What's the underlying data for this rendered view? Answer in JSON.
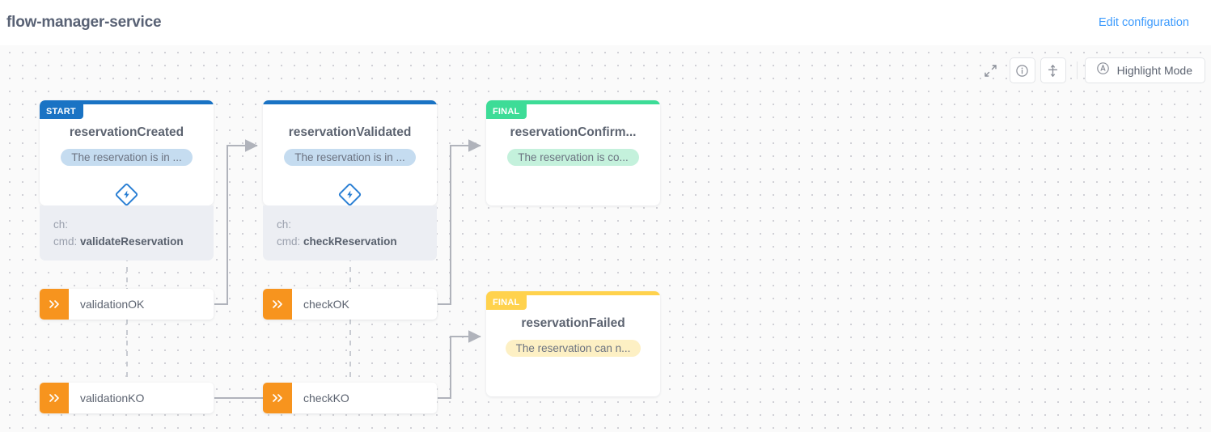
{
  "header": {
    "title": "flow-manager-service",
    "edit_link": "Edit configuration"
  },
  "toolbar": {
    "expand_icon": "expand-arrows-icon",
    "info_icon": "info-circle-icon",
    "fit_icon": "fit-vertical-icon",
    "highlight_icon": "highlight-marker-icon",
    "highlight_label": "Highlight Mode"
  },
  "colors": {
    "start": "#1a73c4",
    "final_success": "#3ddc97",
    "final_warning": "#ffd24d",
    "event": "#f7941e",
    "link": "#3d9bfd",
    "edge": "#b0b3bb",
    "text": "#5c6370"
  },
  "states": [
    {
      "id": "reservationCreated",
      "badge": "START",
      "badge_type": "start",
      "name": "reservationCreated",
      "description": "The reservation is in ...",
      "desc_bg": "#c5dcf0",
      "bar_color": "#1a73c4",
      "badge_color": "#1a73c4",
      "has_command": true,
      "command": {
        "ch_label": "ch:",
        "ch_value": "",
        "cmd_label": "cmd:",
        "cmd_value": "validateReservation"
      }
    },
    {
      "id": "reservationValidated",
      "badge": "",
      "badge_type": "none",
      "name": "reservationValidated",
      "description": "The reservation is in ...",
      "desc_bg": "#c5dcf0",
      "bar_color": "#1a73c4",
      "badge_color": "#1a73c4",
      "has_command": true,
      "command": {
        "ch_label": "ch:",
        "ch_value": "",
        "cmd_label": "cmd:",
        "cmd_value": "checkReservation"
      }
    },
    {
      "id": "reservationConfirmed",
      "badge": "FINAL",
      "badge_type": "final",
      "name": "reservationConfirm...",
      "description": "The reservation is co...",
      "desc_bg": "#c4f1dc",
      "bar_color": "#3ddc97",
      "badge_color": "#3ddc97",
      "has_command": false,
      "command": null
    },
    {
      "id": "reservationFailed",
      "badge": "FINAL",
      "badge_type": "final",
      "name": "reservationFailed",
      "description": "The reservation can n...",
      "desc_bg": "#fdf0c4",
      "bar_color": "#ffd24d",
      "badge_color": "#ffd24d",
      "has_command": false,
      "command": null
    }
  ],
  "events": [
    {
      "id": "validationOK",
      "label": "validationOK",
      "icon": "double-chevron-right-icon"
    },
    {
      "id": "checkOK",
      "label": "checkOK",
      "icon": "double-chevron-right-icon"
    },
    {
      "id": "validationKO",
      "label": "validationKO",
      "icon": "double-chevron-right-icon"
    },
    {
      "id": "checkKO",
      "label": "checkKO",
      "icon": "double-chevron-right-icon"
    }
  ]
}
